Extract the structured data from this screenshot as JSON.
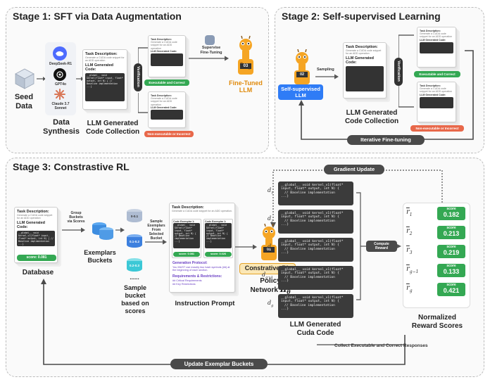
{
  "stage1": {
    "title": "Stage 1: SFT via Data Augmentation",
    "seed_data": [
      "Seed",
      "Data"
    ],
    "models": [
      "DeepSeek-R1",
      "GPT4o",
      "Claude 3.7",
      "Sonnet"
    ],
    "data_synthesis": [
      "Data",
      "Synthesis"
    ],
    "card": {
      "task_label": "Task Description:",
      "task_text": "Generate a CUDA code snippet for an ADD operation",
      "code_label": "LLM Generated Code:",
      "code_text": "__global__ void kernel(float* input, float* output, int N) { // Baseline implementation ...}"
    },
    "collection_label": [
      "LLM Generated",
      "Code Collection"
    ],
    "verification": "Verification",
    "exec_correct": "Executable and Correct",
    "non_exec": "Non-executable or Incorrect",
    "sft_label": [
      "Supervise",
      "Fine-Tuning"
    ],
    "badge": "03",
    "finetuned": [
      "Fine-Tuned",
      "LLM"
    ]
  },
  "stage2": {
    "title": "Stage 2: Self-supervised Learning",
    "badge": "02",
    "self_supervised": [
      "Self-supervised",
      "LLM"
    ],
    "sampling": "Sampling",
    "collection_label": [
      "LLM Generated",
      "Code Collection"
    ],
    "verification": "Verification",
    "exec_correct": "Executable and Correct",
    "non_exec": "Non-executable or Incorrect",
    "iterative": "Iterative Fine-tuning",
    "card": {
      "task_label": "Task Description:",
      "task_text": "Generate a CUDA code snippet for an ADD operation",
      "code_label": "LLM Generated Code:"
    }
  },
  "stage3": {
    "title": "Stage 3: Constrastive RL",
    "gradient_update": "Gradient Update",
    "database_card": {
      "task_label": "Task Description:",
      "task_text": "Generate a CUDA code snippet for an ADD operation",
      "code_label": "LLM Generated Code:",
      "code_text": "__global__ void kernel_v1(float* input, float* output, int N) { // Baseline implementation ...}",
      "score": "score: 0.081"
    },
    "database": "Database",
    "group_label": [
      "Group",
      "Buckets",
      "via Scores"
    ],
    "bucket_ranges": [
      "0-0.1",
      "0.1-0.2",
      "0.2-0.3"
    ],
    "exemplars": [
      "Exemplars",
      "Buckets"
    ],
    "dots": "......",
    "sample_bucket": [
      "Sample",
      "bucket",
      "based on",
      "scores"
    ],
    "sample_exemplars": [
      "Sample",
      "Exemplars",
      "From",
      "Selected",
      "Bucket"
    ],
    "prompt": {
      "task_label": "Task Description:",
      "task_text": "Generate a CUDA code snippet for an ADD operation.",
      "ex1_title": "Code Exemplar 1:",
      "ex2_title": "Code Exemplar 1:",
      "ex_code": "__global__ void kernel(float* input, float* output, int N) { // Baseline implementation ...}",
      "ex1_score": "score: 0.081",
      "ex2_score": "score: 0.026",
      "protocol_title": "Generation Protocol:",
      "protocol_text": "You MUST use exactly two hash symbols (##) at the beginning of each section.",
      "req_title": "Requirements & Restrictions:",
      "req_lines": [
        "## Critical Requirements",
        "## Key Restrictions"
      ]
    },
    "instruction_prompt": "Instruction Prompt",
    "badge": "01",
    "crl": "Constrative-RL",
    "policy": [
      "Policy",
      "Network"
    ],
    "pi": "π",
    "theta": "θ",
    "cuda_text": [
      "__global__ void kernel_v1(float*",
      "input, float* output, int N) {",
      "// Baseline implementation",
      "...}"
    ],
    "d_labels": [
      "d",
      "d",
      "d",
      "d",
      "d"
    ],
    "d_subs": [
      "1",
      "2",
      "3",
      "g−1",
      "g"
    ],
    "cuda_caption": [
      "LLM Generated",
      "Cuda Code"
    ],
    "compute_reward": [
      "Compute",
      "Reward"
    ],
    "r_labels": [
      "r",
      "r",
      "r",
      "r",
      "r"
    ],
    "r_subs": [
      "1",
      "2",
      "3",
      "g−1",
      "g"
    ],
    "score_word": "score",
    "scores": [
      0.182,
      0.213,
      0.219,
      0.133,
      0.421
    ],
    "normalized": [
      "Normalized",
      "Reward Scores"
    ],
    "collect": "Collect Executable and Correct Responses",
    "update": "Update Exemplar Buckets"
  },
  "colors": {
    "green": "#34a853",
    "red": "#e8684a",
    "blue": "#2f7cf6",
    "orange": "#f5a524",
    "dark": "#4a4a4a"
  }
}
